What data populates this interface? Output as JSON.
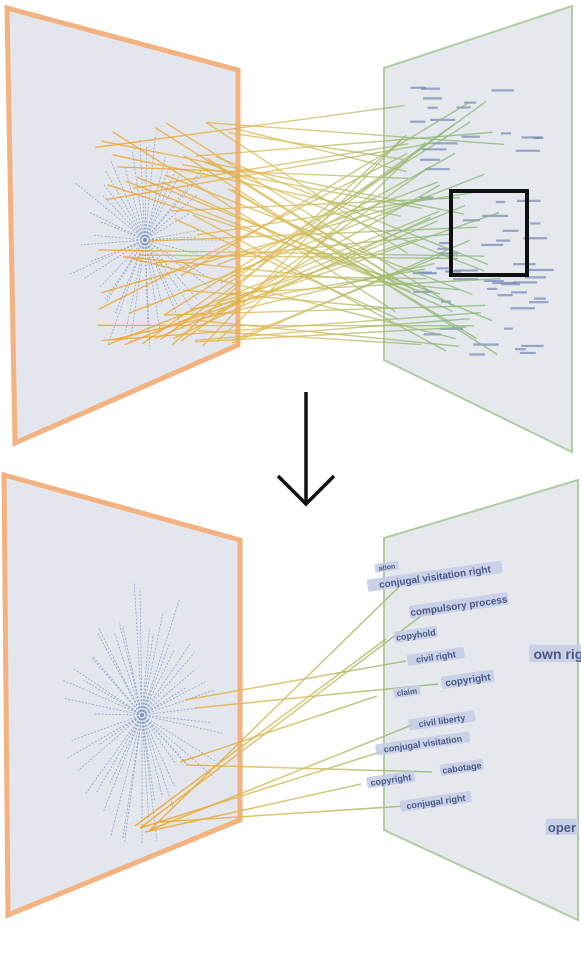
{
  "figure": {
    "arrow_icon": "down-arrow-icon",
    "top_panel": {
      "left_plane_color": "#f2a56b",
      "right_plane_color": "#9fc38c",
      "focus_box_color": "#111111"
    },
    "bottom_panel": {
      "labels": [
        "conjugal visitation right",
        "compulsory process",
        "copyhold",
        "civil right",
        "copyright",
        "claim",
        "civil liberty",
        "conjugal visitation",
        "cabotage",
        "copyright",
        "conjugal right",
        "own right",
        "oper",
        "ation"
      ]
    },
    "colors": {
      "edge_start": "#f2a020",
      "edge_mid": "#d8c060",
      "edge_end": "#8ab878",
      "tree_line": "#7e95bf",
      "label_bg": "#c7cde6",
      "label_text": "#4a5a86"
    }
  }
}
